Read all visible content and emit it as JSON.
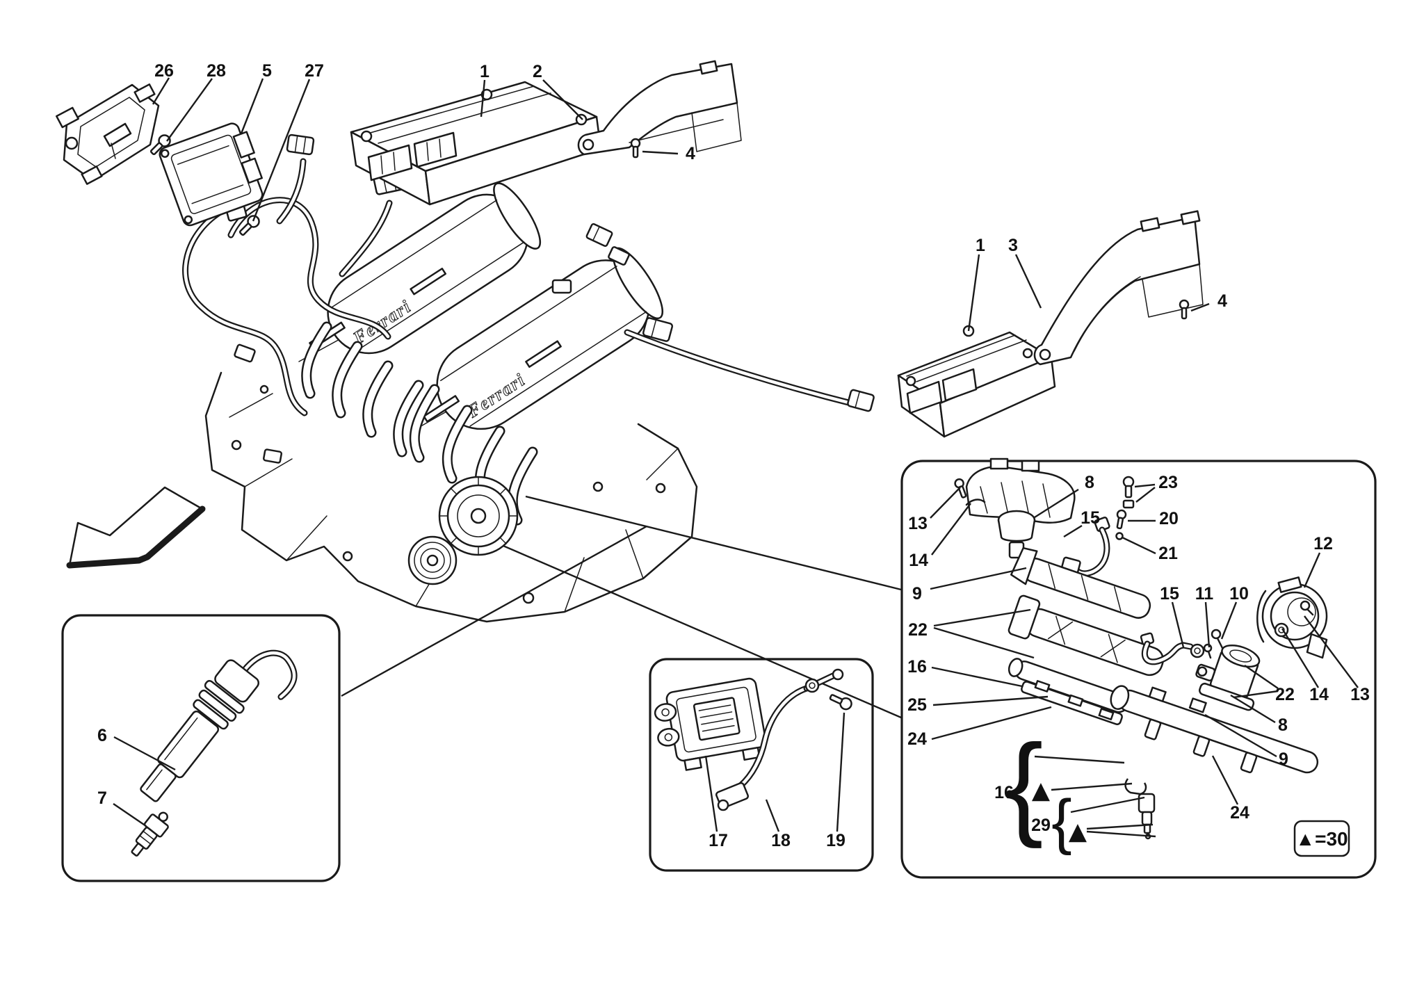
{
  "parts": [
    "26",
    "28",
    "5",
    "27",
    "1",
    "2",
    "4",
    "1",
    "3",
    "4",
    "6",
    "7",
    "17",
    "18",
    "19",
    "13",
    "14",
    "8",
    "15",
    "23",
    "20",
    "21",
    "9",
    "22",
    "16",
    "25",
    "24",
    "15",
    "11",
    "10",
    "12",
    "22",
    "14",
    "13",
    "8",
    "9",
    "24",
    "16",
    "29"
  ],
  "legend": {
    "label": "▲=30",
    "triangle": "▲",
    "open_brace": "{"
  },
  "engine": {
    "brand": "Ferrari"
  }
}
